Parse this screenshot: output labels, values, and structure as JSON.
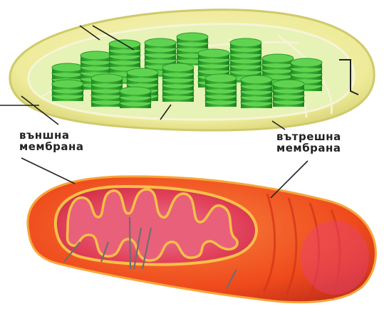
{
  "labels": {
    "outer_membrane": [
      "външна",
      "мембрана"
    ],
    "inner_membrane": [
      "вътрешна",
      "мембрана"
    ]
  },
  "colors": {
    "chloroplast_envelope": "#f2f0a8",
    "chloroplast_stroma": "#e4f0b0",
    "grana": "#3fb53a",
    "grana_dark": "#1f8a22",
    "mitochondrion_outer": "#f04a1e",
    "mitochondrion_matrix": "#e43b56",
    "cristae": "#f5b33a"
  }
}
